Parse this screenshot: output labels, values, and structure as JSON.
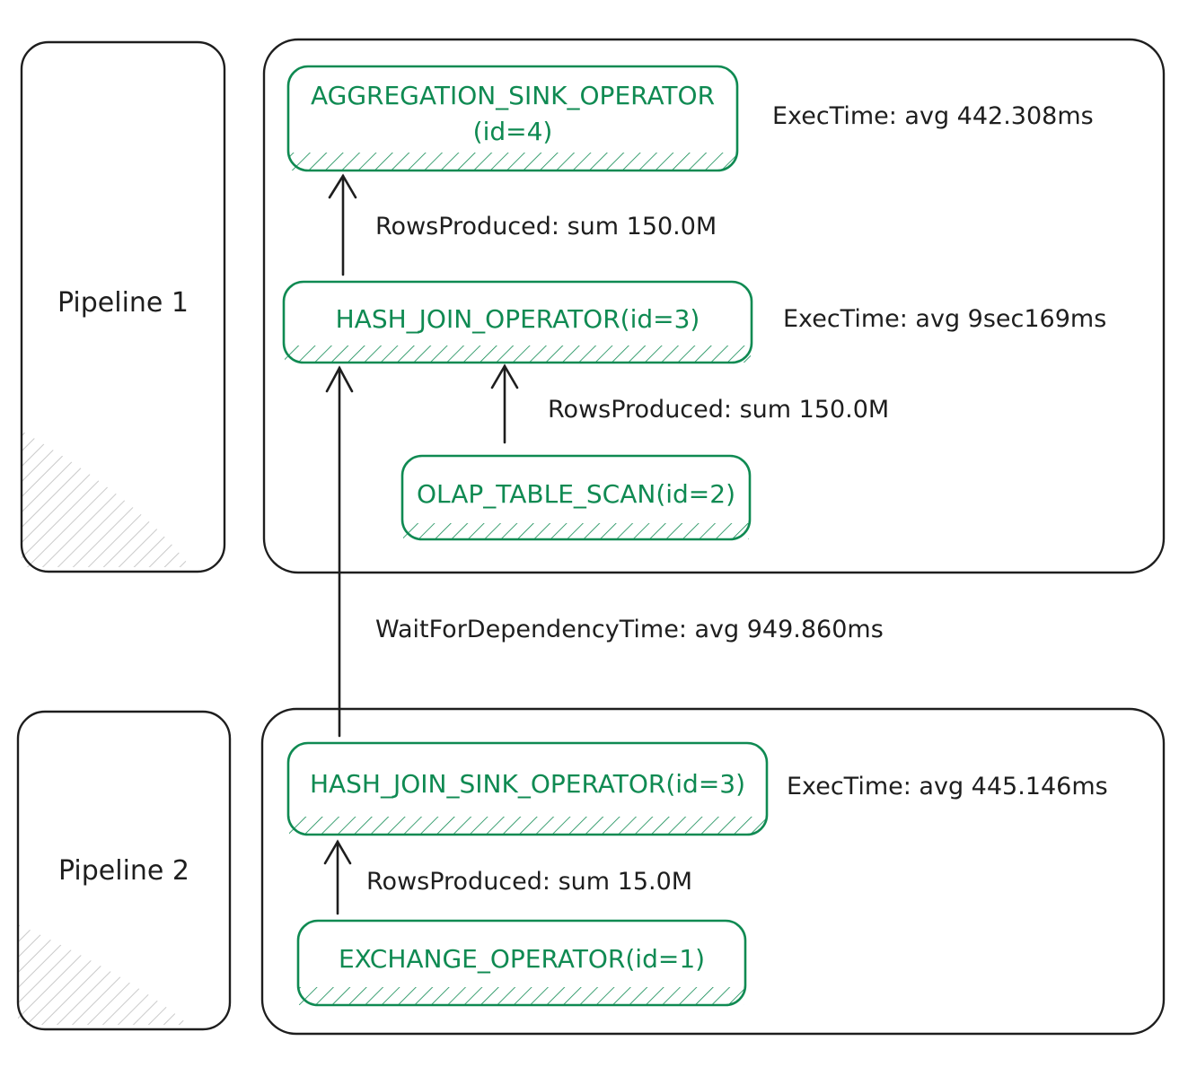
{
  "colors": {
    "operator": "#0f8a52",
    "stroke": "#1e1e1e",
    "hatch": "#c4c4c4",
    "background": "#ffffff"
  },
  "pipelines": [
    {
      "label": "Pipeline 1"
    },
    {
      "label": "Pipeline 2"
    }
  ],
  "operators": {
    "aggregation_sink": {
      "line1": "AGGREGATION_SINK_OPERATOR",
      "line2": "(id=4)"
    },
    "hash_join": {
      "label": "HASH_JOIN_OPERATOR(id=3)"
    },
    "olap_table_scan": {
      "label": "OLAP_TABLE_SCAN(id=2)"
    },
    "hash_join_sink": {
      "label": "HASH_JOIN_SINK_OPERATOR(id=3)"
    },
    "exchange": {
      "label": "EXCHANGE_OPERATOR(id=1)"
    }
  },
  "metrics": {
    "agg_exec_time": "ExecTime: avg 442.308ms",
    "rows_hash_join_to_agg": "RowsProduced: sum 150.0M",
    "hash_join_exec_time": "ExecTime: avg 9sec169ms",
    "rows_scan_to_hash_join": "RowsProduced: sum 150.0M",
    "wait_for_dependency": "WaitForDependencyTime: avg 949.860ms",
    "hash_join_sink_exec_time": "ExecTime: avg 445.146ms",
    "rows_exchange_to_sink": "RowsProduced: sum 15.0M"
  }
}
